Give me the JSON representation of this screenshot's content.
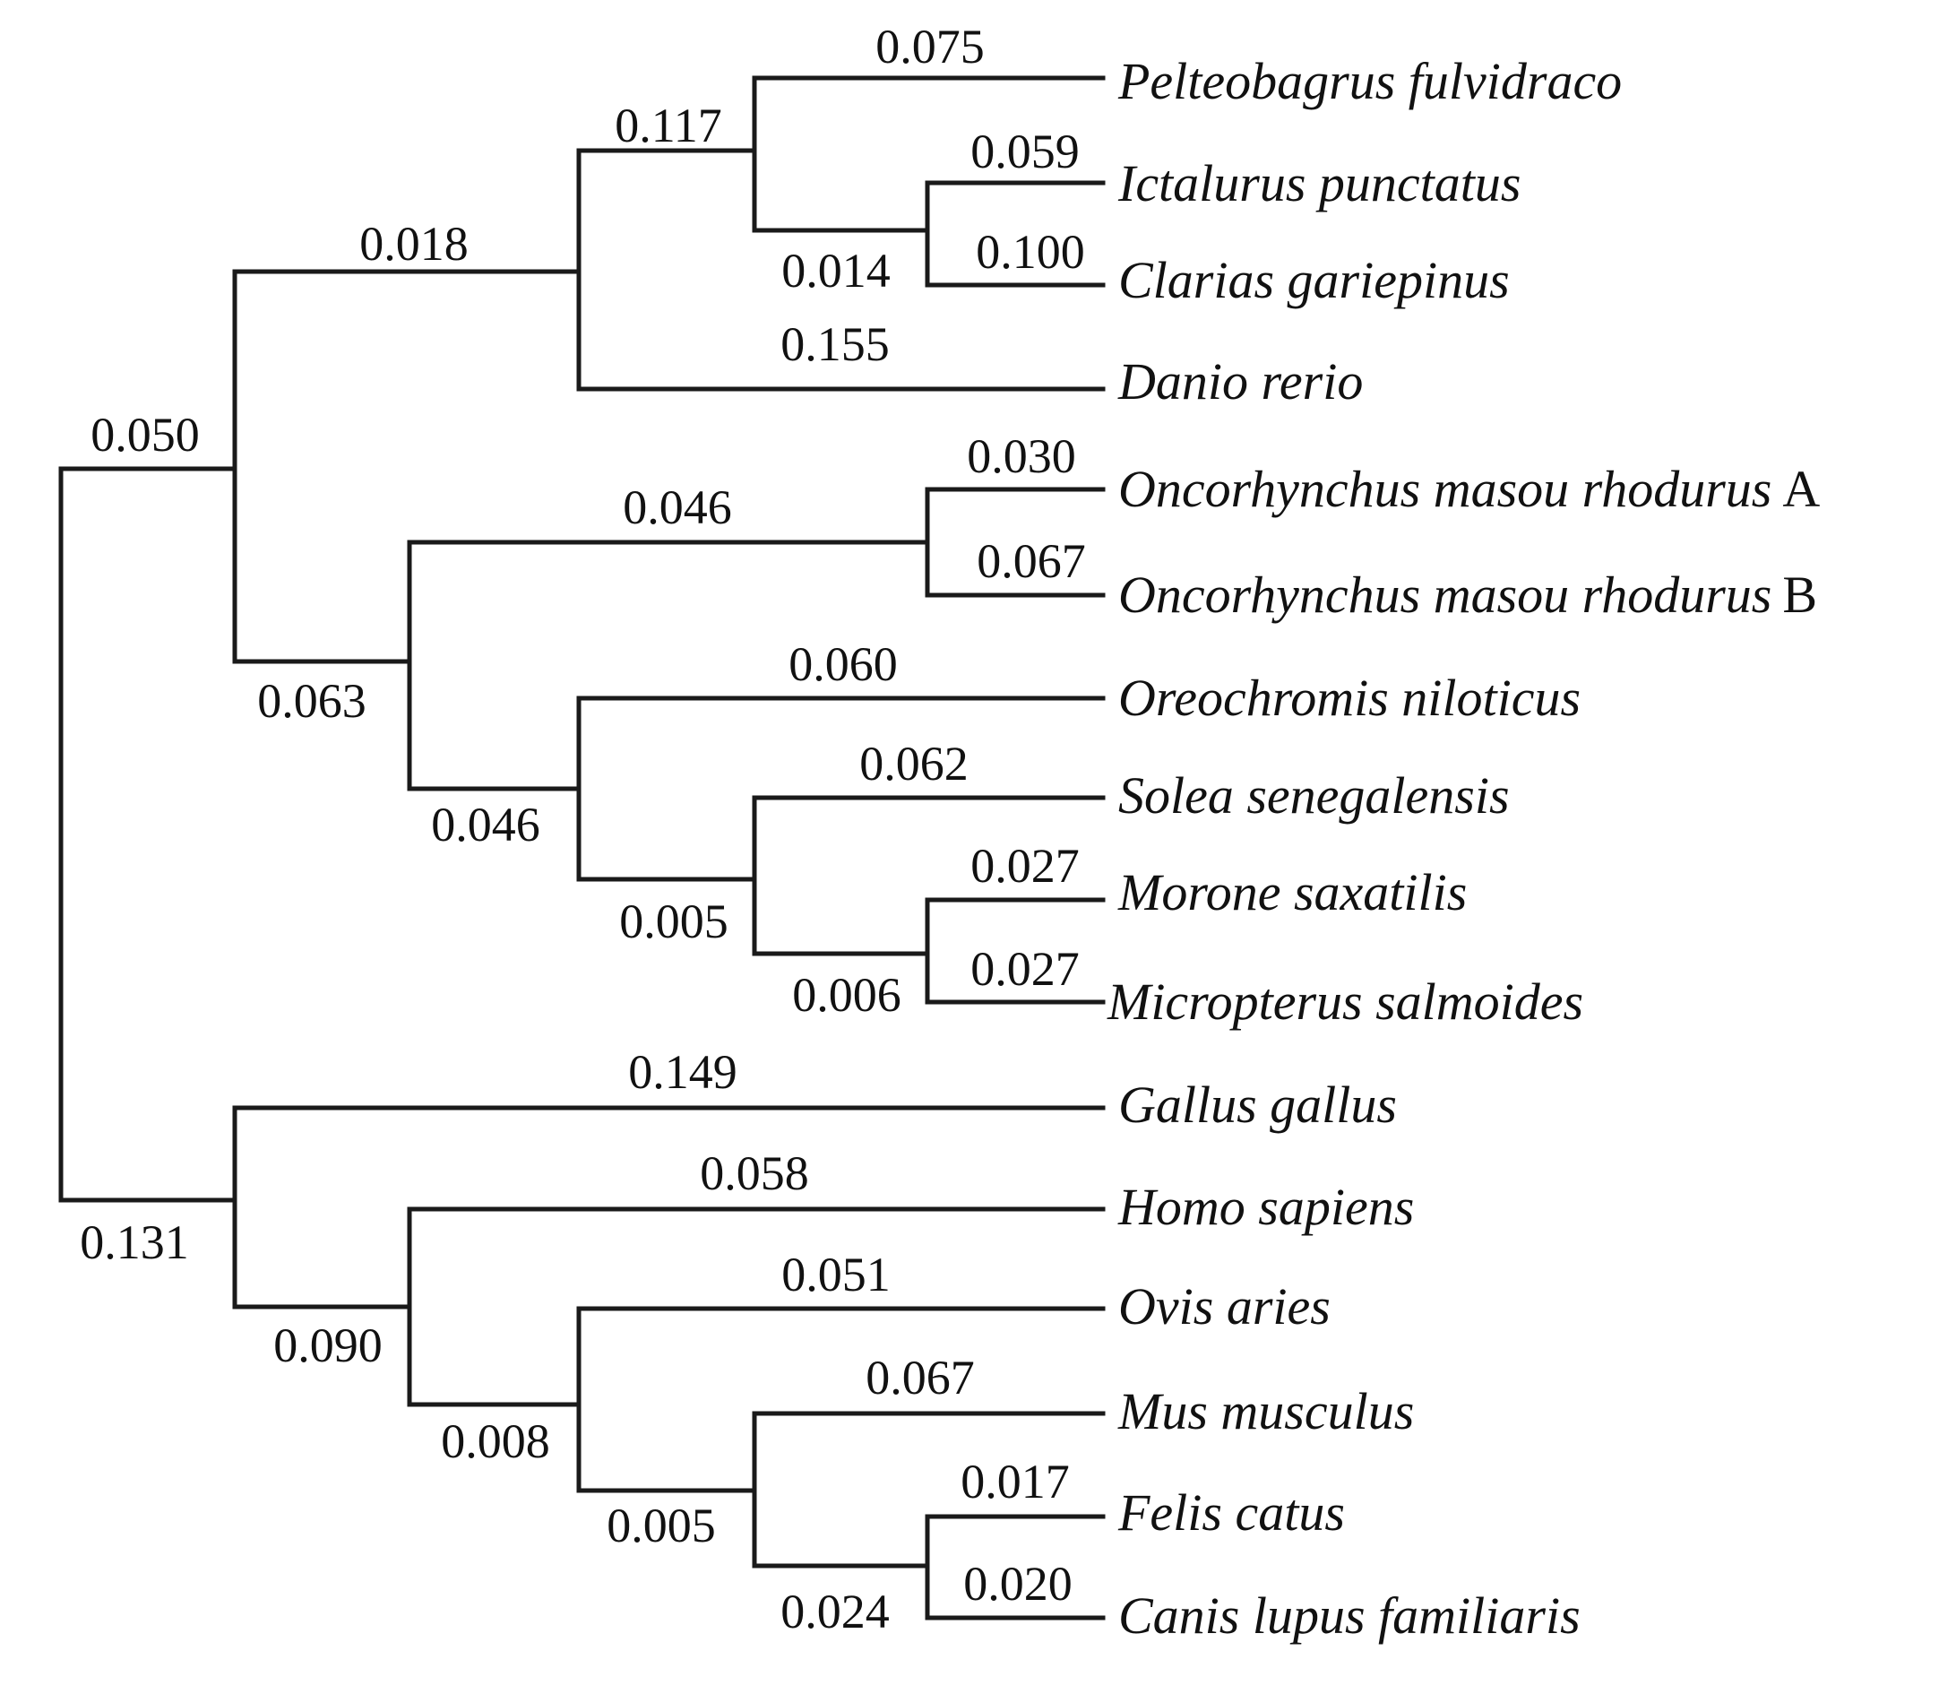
{
  "tree": {
    "taxa": [
      {
        "species": "Pelteobagrus fulvidraco",
        "suffix": ""
      },
      {
        "species": "Ictalurus punctatus",
        "suffix": ""
      },
      {
        "species": "Clarias gariepinus",
        "suffix": ""
      },
      {
        "species": "Danio rerio",
        "suffix": ""
      },
      {
        "species": "Oncorhynchus masou rhodurus",
        "suffix": "A"
      },
      {
        "species": "Oncorhynchus masou rhodurus",
        "suffix": "B"
      },
      {
        "species": "Oreochromis niloticus",
        "suffix": ""
      },
      {
        "species": "Solea senegalensis",
        "suffix": ""
      },
      {
        "species": "Morone saxatilis",
        "suffix": ""
      },
      {
        "species": "Micropterus salmoides",
        "suffix": ""
      },
      {
        "species": "Gallus gallus",
        "suffix": ""
      },
      {
        "species": "Homo sapiens",
        "suffix": ""
      },
      {
        "species": "Ovis aries",
        "suffix": ""
      },
      {
        "species": "Mus musculus",
        "suffix": ""
      },
      {
        "species": "Felis catus",
        "suffix": ""
      },
      {
        "species": "Canis lupus familiaris",
        "suffix": ""
      }
    ],
    "clades": {
      "root": {
        "top_length": "0.050",
        "bottom_length": "0.131"
      },
      "fish": {
        "top_length": "0.018",
        "bottom_length": "0.063"
      },
      "catfish_danio": {
        "top_length": "0.117",
        "bottom_length": "0.155"
      },
      "catfish": {
        "top_length": "0.075",
        "bottom_length": "0.014"
      },
      "ictalurus_clarias": {
        "top_length": "0.059",
        "bottom_length": "0.100"
      },
      "salmon_perch": {
        "top_length": "0.046",
        "bottom_length": "0.046"
      },
      "oncorhynchus": {
        "top_length": "0.030",
        "bottom_length": "0.067"
      },
      "perch_group": {
        "top_length": "0.060",
        "bottom_length": "0.005"
      },
      "solea_group": {
        "top_length": "0.062",
        "bottom_length": "0.006"
      },
      "morone_micropterus": {
        "top_length": "0.027",
        "bottom_length": "0.027"
      },
      "tetrapods": {
        "top_length": "0.149",
        "bottom_length": "0.090"
      },
      "mammals": {
        "top_length": "0.058",
        "bottom_length": "0.008"
      },
      "ovis_group": {
        "top_length": "0.051",
        "bottom_length": "0.005"
      },
      "mus_group": {
        "top_length": "0.067",
        "bottom_length": "0.024"
      },
      "felis_canis": {
        "top_length": "0.017",
        "bottom_length": "0.020"
      }
    }
  }
}
